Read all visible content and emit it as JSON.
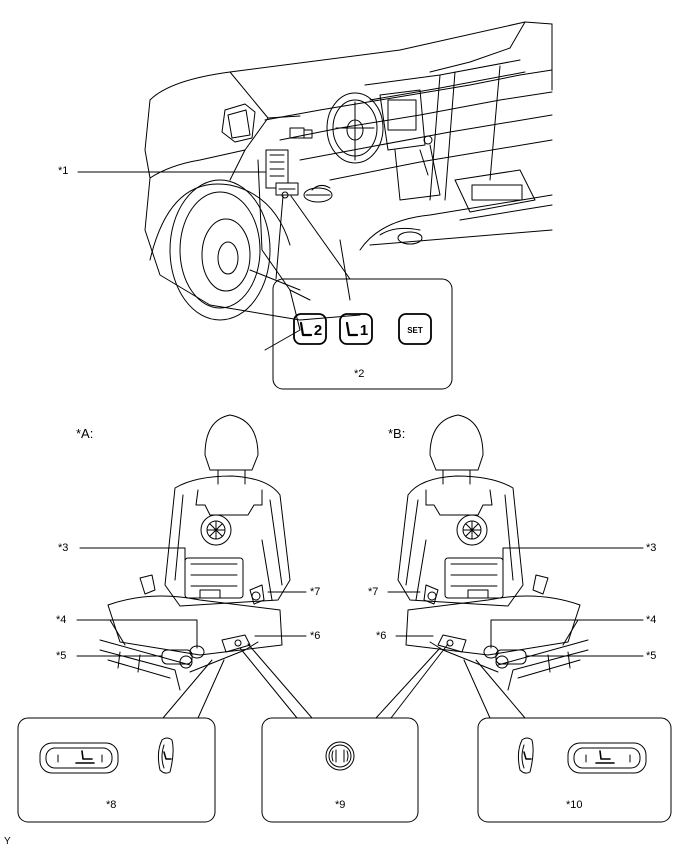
{
  "labels": {
    "l1": "*1",
    "l2": "*2",
    "l3a": "*3",
    "l3b": "*3",
    "l4a": "*4",
    "l4b": "*4",
    "l5a": "*5",
    "l5b": "*5",
    "l6a": "*6",
    "l6b": "*6",
    "l7a": "*7",
    "l7b": "*7",
    "l8": "*8",
    "l9": "*9",
    "l10": "*10"
  },
  "headers": {
    "a": "*A:",
    "b": "*B:"
  },
  "memory_switch": {
    "btn1": "2",
    "btn2": "1",
    "btn3": "SET"
  },
  "footer": "Y"
}
